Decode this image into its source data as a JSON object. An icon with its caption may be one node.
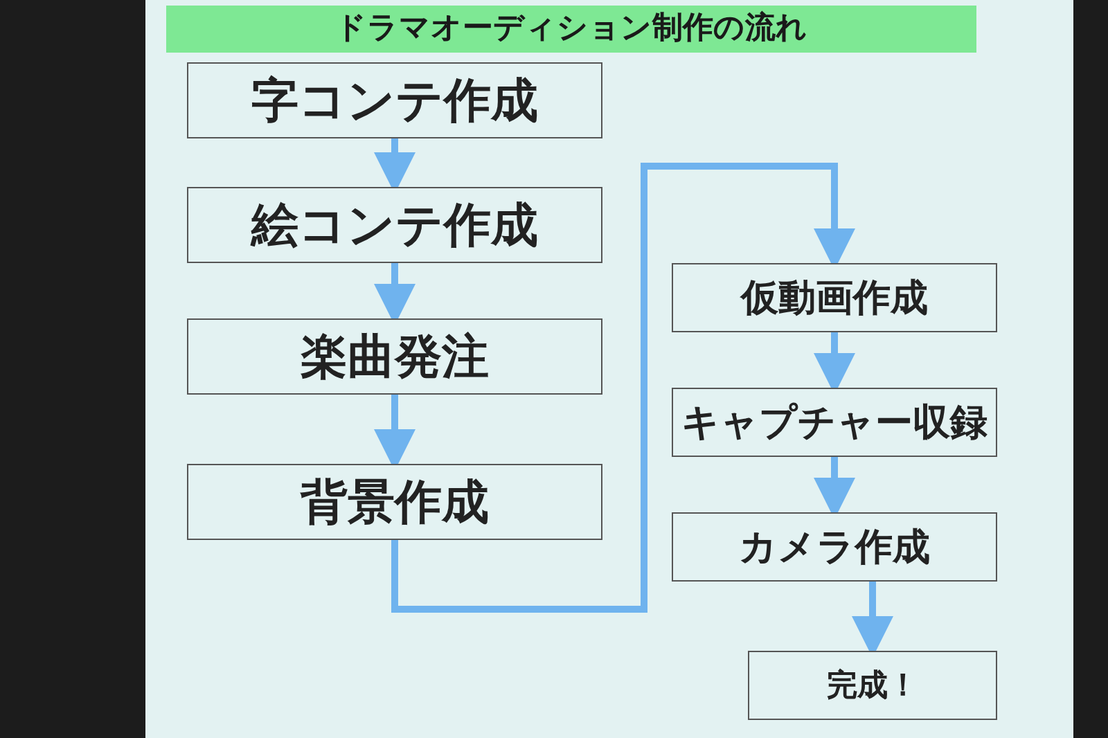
{
  "diagram": {
    "title": "ドラマオーディション制作の流れ",
    "nodes": [
      {
        "text": [
          "字コンテ作成"
        ]
      },
      {
        "text": [
          "絵コンテ作成"
        ]
      },
      {
        "text": [
          "楽曲発注"
        ]
      },
      {
        "text": [
          "背景作成"
        ]
      },
      {
        "text": [
          "仮動画作成"
        ]
      },
      {
        "text": [
          "キャプチャー収録"
        ]
      },
      {
        "text": [
          "カメラ作成"
        ]
      },
      {
        "text": [
          "完成！"
        ]
      }
    ],
    "edges": [
      {
        "from": 0,
        "to": 1,
        "arrow": "to"
      },
      {
        "from": 1,
        "to": 2,
        "arrow": "to"
      },
      {
        "from": 2,
        "to": 3,
        "arrow": "to"
      },
      {
        "from": 3,
        "to": 4,
        "arrow": "to"
      },
      {
        "from": 4,
        "to": 5,
        "arrow": "to"
      },
      {
        "from": 5,
        "to": 6,
        "arrow": "to"
      },
      {
        "from": 6,
        "to": 7,
        "arrow": "to"
      }
    ]
  }
}
